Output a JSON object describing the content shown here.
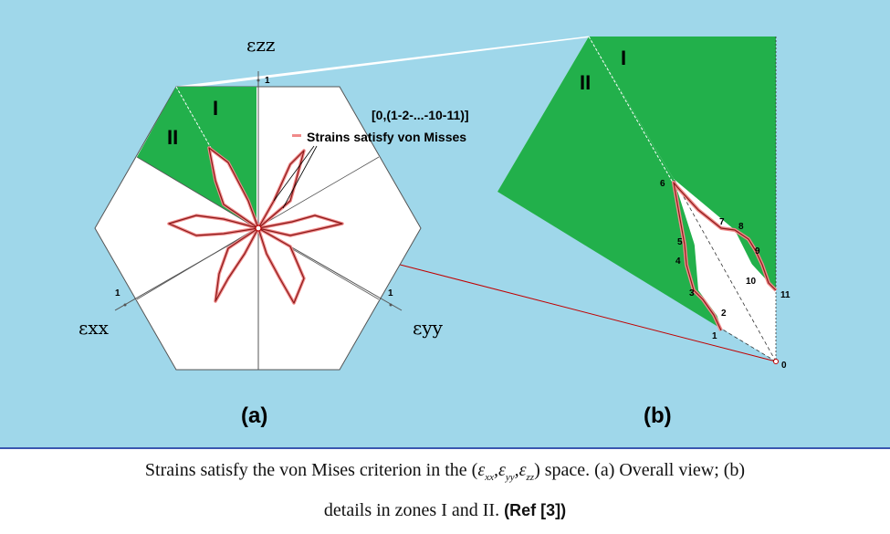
{
  "colors": {
    "background": "#9fd7ea",
    "zone_fill": "#22b04b",
    "curve": "#8b1a1a",
    "curve_glow": "#f08a8a",
    "caption_rule": "#3a57b0"
  },
  "diagram": {
    "axes": {
      "zz": "εzz",
      "xx": "εxx",
      "yy": "εyy",
      "tick": "1"
    },
    "zones": {
      "zone1": "I",
      "zone2": "II"
    },
    "annotation": {
      "path": "[0,(1-2-...-10-11)]",
      "legend": "Strains satisfy von Misses"
    },
    "panel_labels": {
      "a": "(a)",
      "b": "(b)"
    },
    "points": [
      "0",
      "1",
      "2",
      "3",
      "4",
      "5",
      "6",
      "7",
      "8",
      "9",
      "10",
      "11"
    ]
  },
  "caption": {
    "line1_start": "Strains satisfy the von Mises criterion in the (",
    "math_xx": "ε",
    "sub_xx": "xx",
    "math_yy": "ε",
    "sub_yy": "yy",
    "math_zz": "ε",
    "sub_zz": "zz",
    "line1_end": ") space. (a) Overall view; (b)",
    "line2": "details in zones I and II.",
    "ref": "(Ref [3])"
  }
}
